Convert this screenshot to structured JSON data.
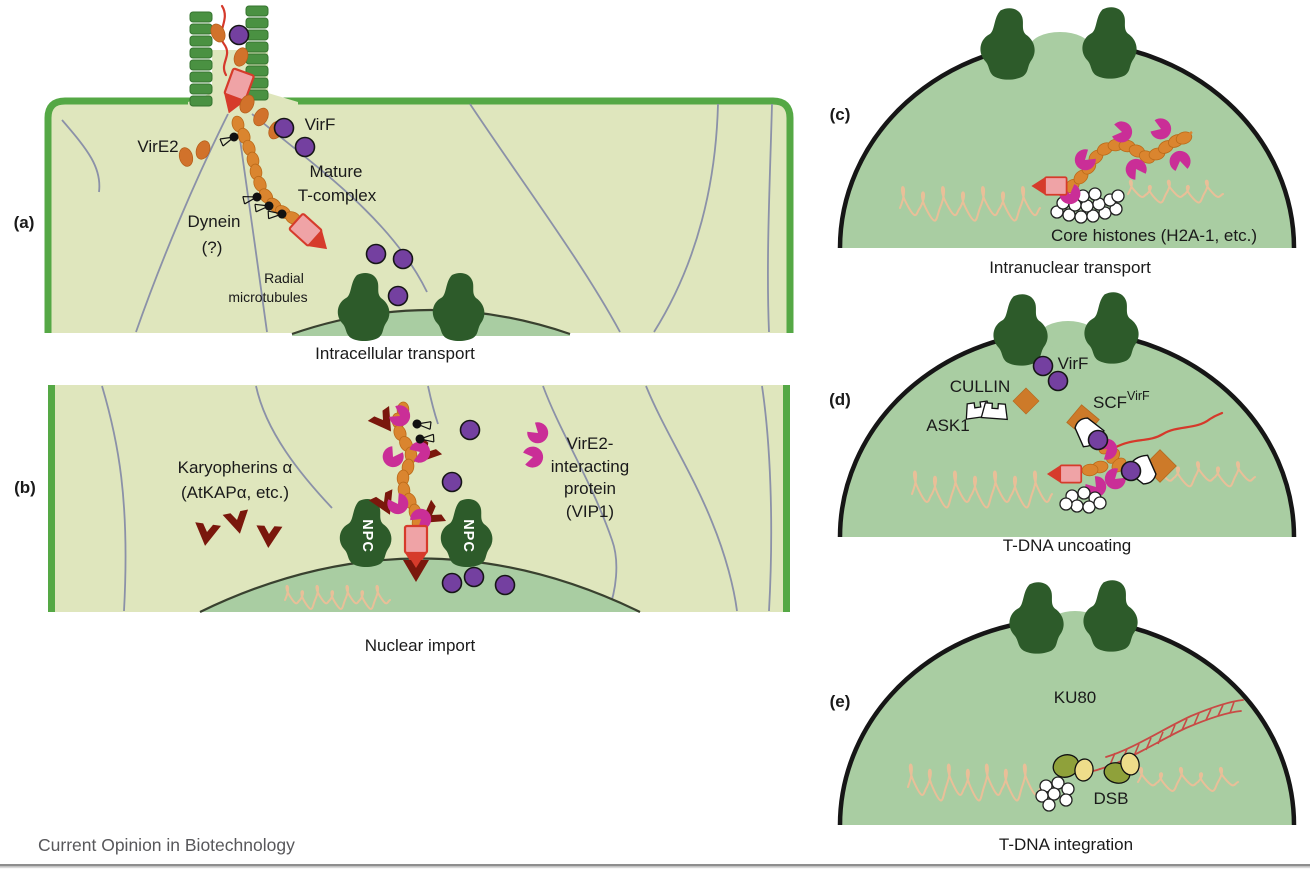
{
  "figure": {
    "source_label": "Current Opinion in Biotechnology"
  },
  "colors": {
    "cytoplasm": "#dfe6bd",
    "cell_border_green": "#55a845",
    "cell_wall_brick_green": "#4a9142",
    "nucleus_fill": "#a9cda2",
    "npc_dark_green": "#2d5b2a",
    "vire2_orange": "#d1722b",
    "t_complex_bead_orange": "#da852f",
    "virf_purple": "#7440a0",
    "vip1_magenta": "#ca2e97",
    "karyopherin_dark_red": "#7a170c",
    "vird2_arrow_pink": "#efa3a6",
    "vird2_arrow_red": "#d63b2b",
    "microtubule_gray": "#8b91a8",
    "chromatin_tan": "#e9bf98",
    "scf_diamond_orange": "#cd7a29",
    "ku_olive": "#8fa13a",
    "ku_yellow": "#eedd8a",
    "dsb_dna_red": "#c94a45"
  },
  "panels": {
    "a": {
      "tag": "(a)",
      "caption": "Intracellular transport",
      "labels": {
        "vire2": "VirE2",
        "virf": "VirF",
        "mature1": "Mature",
        "mature2": "T-complex",
        "dynein1": "Dynein",
        "dynein2": "(?)",
        "radial1": "Radial",
        "radial2": "microtubules"
      }
    },
    "b": {
      "tag": "(b)",
      "caption": "Nuclear import",
      "labels": {
        "karyopherins1": "Karyopherins α",
        "karyopherins2": "(AtKAPα, etc.)",
        "npc_left": "NPC",
        "npc_right": "NPC",
        "vip1_1": "VirE2-",
        "vip1_2": "interacting",
        "vip1_3": "protein",
        "vip1_4": "(VIP1)"
      }
    },
    "c": {
      "tag": "(c)",
      "caption": "Intranuclear transport",
      "labels": {
        "core_histones": "Core histones (H2A-1, etc.)"
      }
    },
    "d": {
      "tag": "(d)",
      "caption": "T-DNA uncoating",
      "labels": {
        "virf": "VirF",
        "cullin": "CULLIN",
        "ask1": "ASK1",
        "scf_base": "SCF",
        "scf_sup": "VirF"
      }
    },
    "e": {
      "tag": "(e)",
      "caption": "T-DNA integration",
      "labels": {
        "ku80": "KU80",
        "dsb": "DSB"
      }
    }
  }
}
